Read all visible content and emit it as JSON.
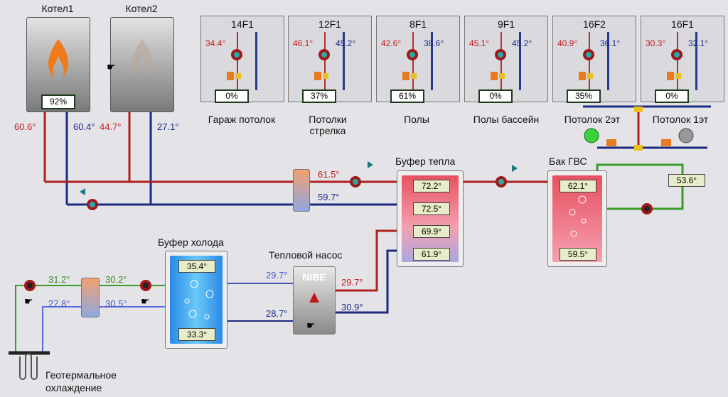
{
  "boilers": [
    {
      "name": "Котел1",
      "pct": "92%"
    },
    {
      "name": "Котел2"
    }
  ],
  "panels": [
    {
      "name": "14F1",
      "supply": "34.4°",
      "ret": "",
      "pct": "0%",
      "label": "Гараж потолок"
    },
    {
      "name": "12F1",
      "supply": "46.1°",
      "ret": "45.2°",
      "pct": "37%",
      "label": "Потолки стрелка"
    },
    {
      "name": "8F1",
      "supply": "42.6°",
      "ret": "38.6°",
      "pct": "61%",
      "label": "Полы"
    },
    {
      "name": "9F1",
      "supply": "45.1°",
      "ret": "45.2°",
      "pct": "0%",
      "label": "Полы бассейн"
    },
    {
      "name": "16F2",
      "supply": "40.9°",
      "ret": "36.1°",
      "pct": "35%",
      "label": "Потолок 2эт"
    },
    {
      "name": "16F1",
      "supply": "30.3°",
      "ret": "32.1°",
      "pct": "0%",
      "label": "Потолок 1эт"
    }
  ],
  "boiler_temps": {
    "b1_supply": "60.6°",
    "b1_return": "60.4°",
    "b2_supply": "44.7°",
    "b2_return": "27.1°"
  },
  "hx_main": {
    "out": "61.5°",
    "ret": "59.7°"
  },
  "heat_buffer": {
    "name": "Буфер тепла",
    "temps": [
      "72.2°",
      "72.5°",
      "69.9°",
      "61.9°"
    ]
  },
  "dhw_tank": {
    "name": "Бак ГВС",
    "top": "62.1°",
    "bottom": "59.5°",
    "loop": "53.6°"
  },
  "cold_buffer": {
    "name": "Буфер холода",
    "top": "35.4°",
    "bottom": "33.3°"
  },
  "heat_pump": {
    "name": "Тепловой насос",
    "brand": "NIBE",
    "cold_in": "29.7°",
    "cold_out": "28.7°",
    "hot_out": "29.7°",
    "hot_ret": "30.9°"
  },
  "geo": {
    "t1": "31.2°",
    "t2": "30.2°",
    "t3": "27.8°",
    "t4": "30.5°",
    "label": "Геотермальное охлаждение"
  },
  "colors": {
    "supply": "#b02020",
    "return": "#1a2a80",
    "green": "#3a9a2a",
    "lblue": "#5a6ae0"
  }
}
